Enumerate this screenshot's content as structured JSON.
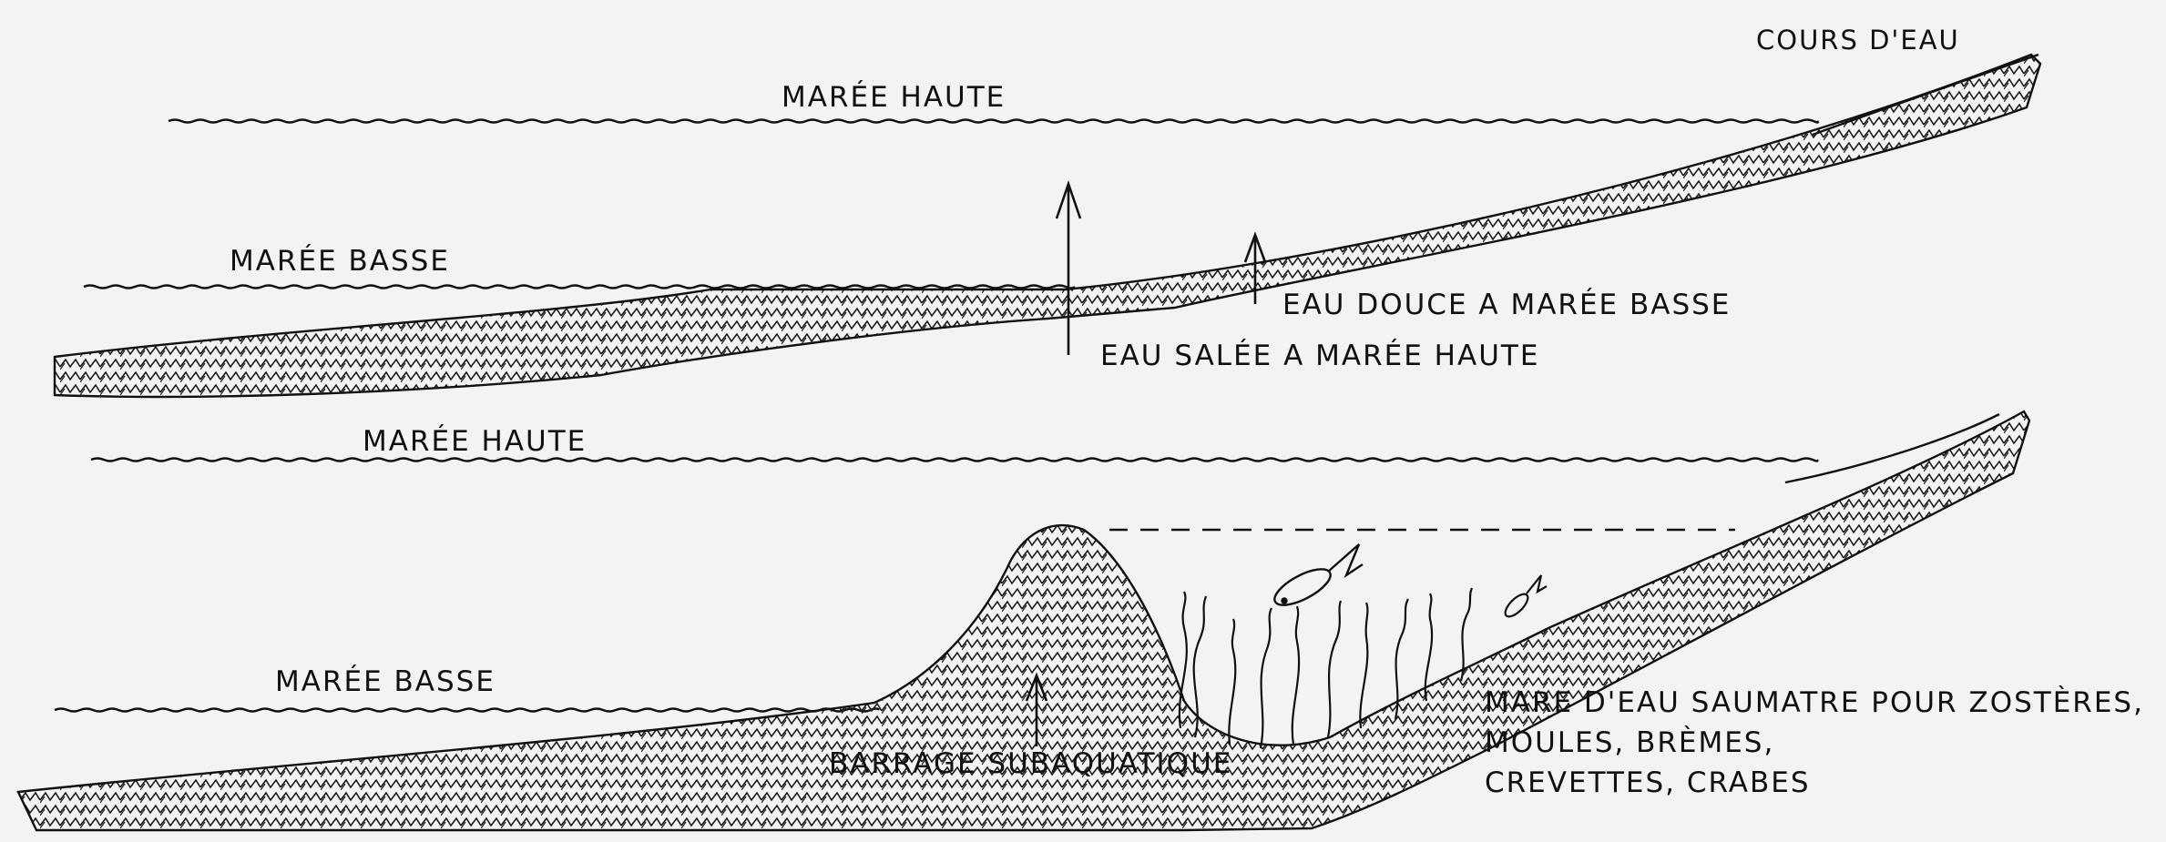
{
  "top_diagram": {
    "cours_d_eau": "COURS D'EAU",
    "maree_haute": "MARÉE HAUTE",
    "maree_basse": "MARÉE BASSE",
    "eau_douce": "EAU DOUCE A MARÉE BASSE",
    "eau_salee": "EAU SALÉE A MARÉE HAUTE"
  },
  "bottom_diagram": {
    "maree_haute": "MARÉE HAUTE",
    "maree_basse": "MARÉE BASSE",
    "barrage": "BARRAGE SUBAQUATIQUE",
    "mare_line1": "MARE D'EAU SAUMATRE POUR ZOSTÈRES,",
    "mare_line2": "MOULES, BRÈMES,",
    "mare_line3": "CREVETTES, CRABES"
  },
  "colors": {
    "ink": "#111111",
    "paper": "#f3f3f1"
  }
}
